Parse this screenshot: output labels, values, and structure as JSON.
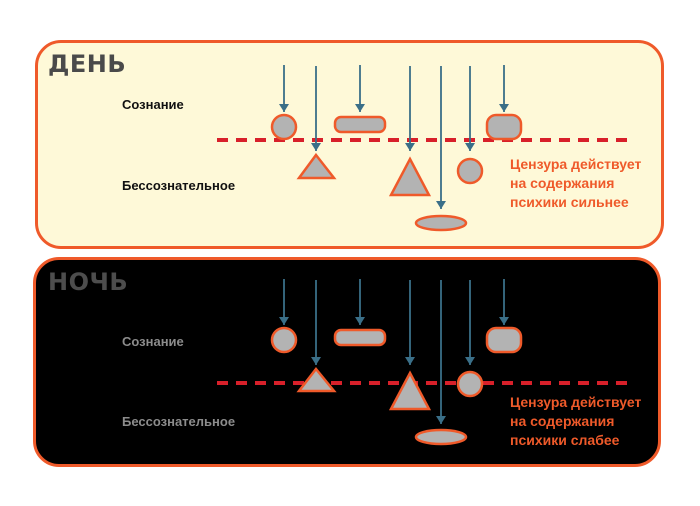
{
  "colors": {
    "panel_border": "#ef5a2a",
    "day_background": "#fef9d8",
    "night_background": "#000000",
    "arrow": "#3a6f88",
    "shape_fill": "#b3b3b3",
    "shape_stroke": "#ef5a2a",
    "censor_line": "#d8202a",
    "note_text": "#ef5a2a",
    "day_title": "#4a4a4a",
    "night_title": "#4d4d4d",
    "day_label": "#111111",
    "night_label": "#8c8c8c"
  },
  "day": {
    "title": "ДЕНЬ",
    "label_conscious": "Сознание",
    "label_unconscious": "Бессознательное",
    "note_lines": [
      "Цензура действует",
      "на содержания",
      "психики сильнее"
    ]
  },
  "night": {
    "title": "НОЧЬ",
    "label_conscious": "Сознание",
    "label_unconscious": "Бессознательное",
    "note_lines": [
      "Цензура действует",
      "на содержания",
      "психики слабее"
    ]
  }
}
